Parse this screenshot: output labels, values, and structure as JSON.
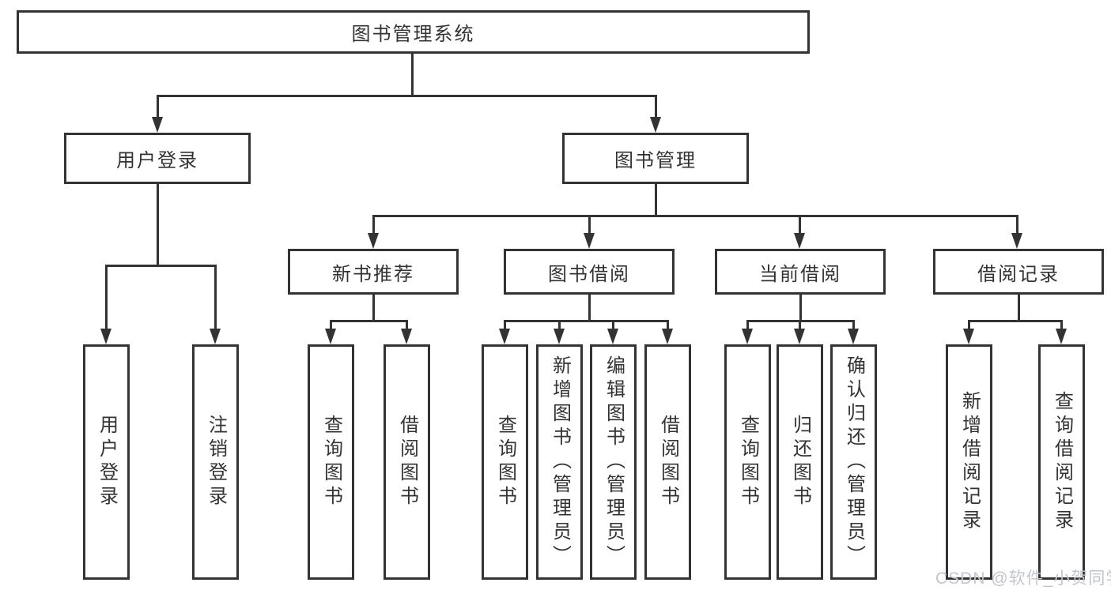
{
  "diagram": {
    "title": "图书管理系统",
    "root": {
      "label": "图书管理系统"
    },
    "level2": [
      {
        "label": "用户登录"
      },
      {
        "label": "图书管理"
      }
    ],
    "level3": [
      {
        "label": "新书推荐",
        "parent": "图书管理"
      },
      {
        "label": "图书借阅",
        "parent": "图书管理"
      },
      {
        "label": "当前借阅",
        "parent": "图书管理"
      },
      {
        "label": "借阅记录",
        "parent": "图书管理"
      }
    ],
    "leaves": [
      {
        "label": "用户登录",
        "parent": "用户登录"
      },
      {
        "label": "注销登录",
        "parent": "用户登录"
      },
      {
        "label": "查询图书",
        "parent": "新书推荐"
      },
      {
        "label": "借阅图书",
        "parent": "新书推荐"
      },
      {
        "label": "查询图书",
        "parent": "图书借阅"
      },
      {
        "label": "新增图书（管理员）",
        "parent": "图书借阅"
      },
      {
        "label": "编辑图书（管理员）",
        "parent": "图书借阅"
      },
      {
        "label": "借阅图书",
        "parent": "图书借阅"
      },
      {
        "label": "查询图书",
        "parent": "当前借阅"
      },
      {
        "label": "归还图书",
        "parent": "当前借阅"
      },
      {
        "label": "确认归还（管理员）",
        "parent": "当前借阅"
      },
      {
        "label": "新增借阅记录",
        "parent": "借阅记录"
      },
      {
        "label": "查询借阅记录",
        "parent": "借阅记录"
      }
    ]
  },
  "watermark": {
    "text": "CSDN @软件_小贺同学"
  },
  "colors": {
    "line": "#333333",
    "text": "#333333",
    "box_background": "#ffffff",
    "page_background": "#ffffff",
    "watermark": "#c2c6cc"
  }
}
